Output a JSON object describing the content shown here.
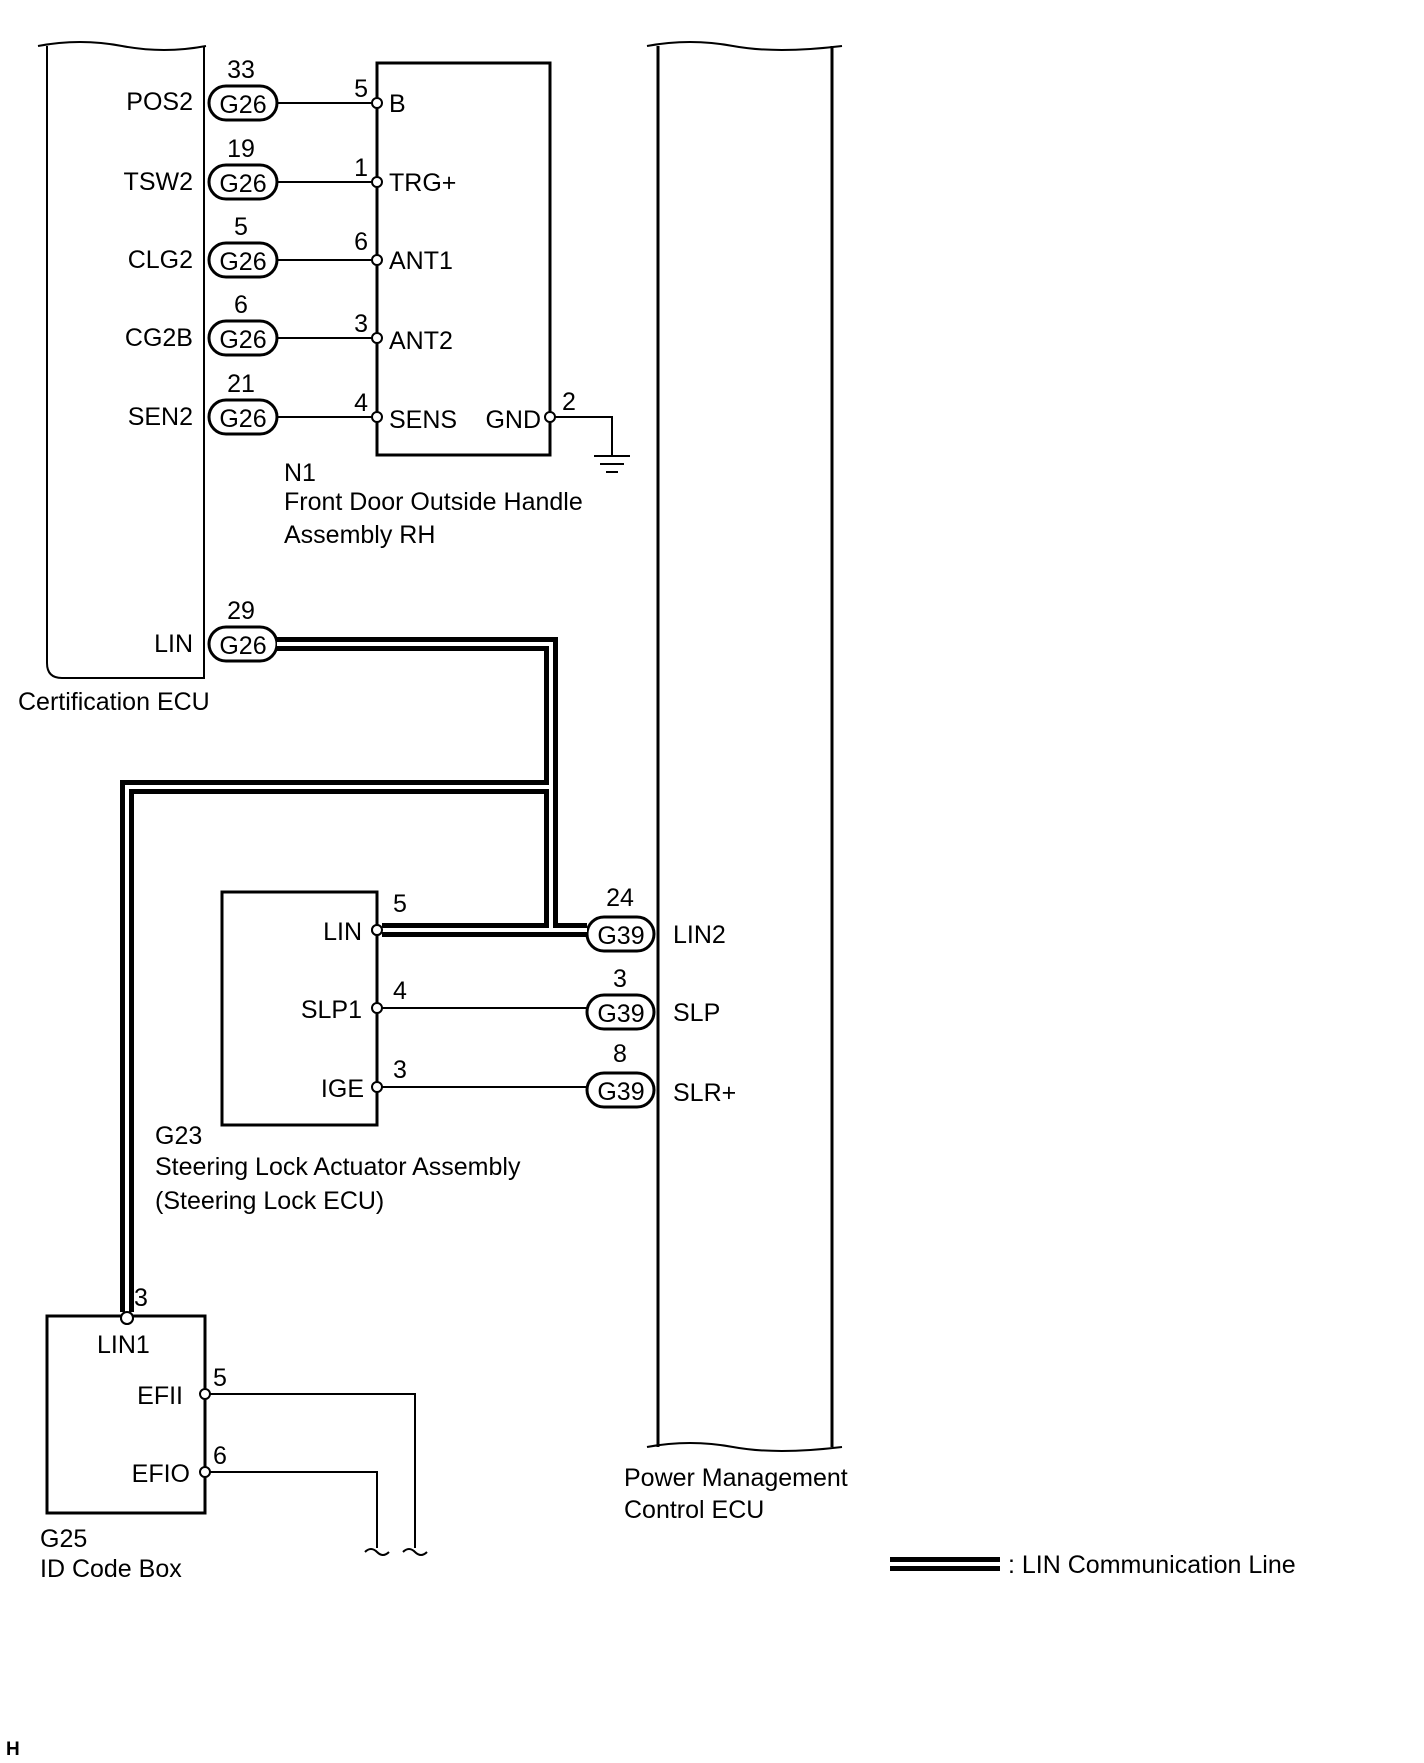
{
  "diagram": {
    "cert_ecu": {
      "name": "Certification ECU",
      "terminals": [
        {
          "label": "POS2",
          "connector": "G26",
          "pin": "33"
        },
        {
          "label": "TSW2",
          "connector": "G26",
          "pin": "19"
        },
        {
          "label": "CLG2",
          "connector": "G26",
          "pin": "5"
        },
        {
          "label": "CG2B",
          "connector": "G26",
          "pin": "6"
        },
        {
          "label": "SEN2",
          "connector": "G26",
          "pin": "21"
        },
        {
          "label": "LIN",
          "connector": "G26",
          "pin": "29"
        }
      ]
    },
    "n1": {
      "code": "N1",
      "name_line1": "Front Door Outside Handle",
      "name_line2": "Assembly RH",
      "pins": [
        {
          "num": "5",
          "label": "B"
        },
        {
          "num": "1",
          "label": "TRG+"
        },
        {
          "num": "6",
          "label": "ANT1"
        },
        {
          "num": "3",
          "label": "ANT2"
        },
        {
          "num": "4",
          "label": "SENS"
        }
      ],
      "gnd": {
        "num": "2",
        "label": "GND"
      }
    },
    "g23": {
      "code": "G23",
      "name_line1": "Steering Lock Actuator Assembly",
      "name_line2": "(Steering Lock ECU)",
      "pins": [
        {
          "num": "5",
          "label": "LIN"
        },
        {
          "num": "4",
          "label": "SLP1"
        },
        {
          "num": "3",
          "label": "IGE"
        }
      ]
    },
    "g25": {
      "code": "G25",
      "name": "ID Code Box",
      "pins": [
        {
          "num": "3",
          "label": "LIN1"
        },
        {
          "num": "5",
          "label": "EFII"
        },
        {
          "num": "6",
          "label": "EFIO"
        }
      ]
    },
    "pm_ecu": {
      "name_line1": "Power Management",
      "name_line2": "Control ECU",
      "terminals": [
        {
          "label": "LIN2",
          "connector": "G39",
          "pin": "24"
        },
        {
          "label": "SLP",
          "connector": "G39",
          "pin": "3"
        },
        {
          "label": "SLR+",
          "connector": "G39",
          "pin": "8"
        }
      ]
    },
    "legend": ": LIN Communication Line",
    "corner_mark": "H"
  }
}
